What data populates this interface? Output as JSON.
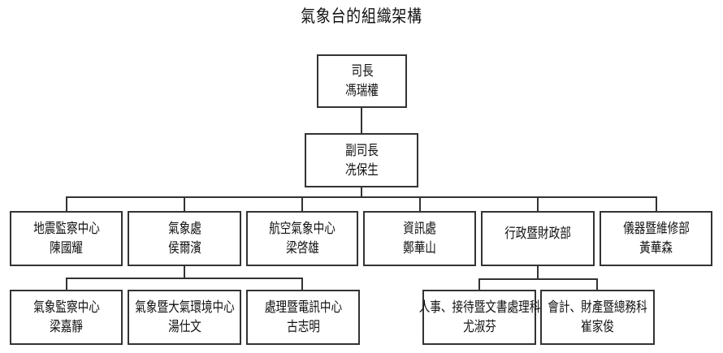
{
  "title": "氣象台的組織架構",
  "director": {
    "title": "司長",
    "name": "馮瑞權"
  },
  "deputy": {
    "title": "副司長",
    "name": "冼保生"
  },
  "departments": [
    {
      "title": "地震監察中心",
      "name": "陳國耀"
    },
    {
      "title": "氣象處",
      "name": "侯爾濱"
    },
    {
      "title": "航空氣象中心",
      "name": "梁啓雄"
    },
    {
      "title": "資訊處",
      "name": "鄭華山"
    },
    {
      "title": "行政暨財政部",
      "name": ""
    },
    {
      "title": "儀器暨維修部",
      "name": "黃華森"
    }
  ],
  "meteorology_units": [
    {
      "title": "氣象監察中心",
      "name": "梁嘉靜"
    },
    {
      "title": "氣象暨大氣環境中心",
      "name": "湯仕文"
    },
    {
      "title": "處理暨電訊中心",
      "name": "古志明"
    }
  ],
  "admin_units": [
    {
      "title": "人事、接待暨文書處理科",
      "name": "尤淑芬"
    },
    {
      "title": "會計、財產暨總務科",
      "name": "崔家俊"
    }
  ]
}
